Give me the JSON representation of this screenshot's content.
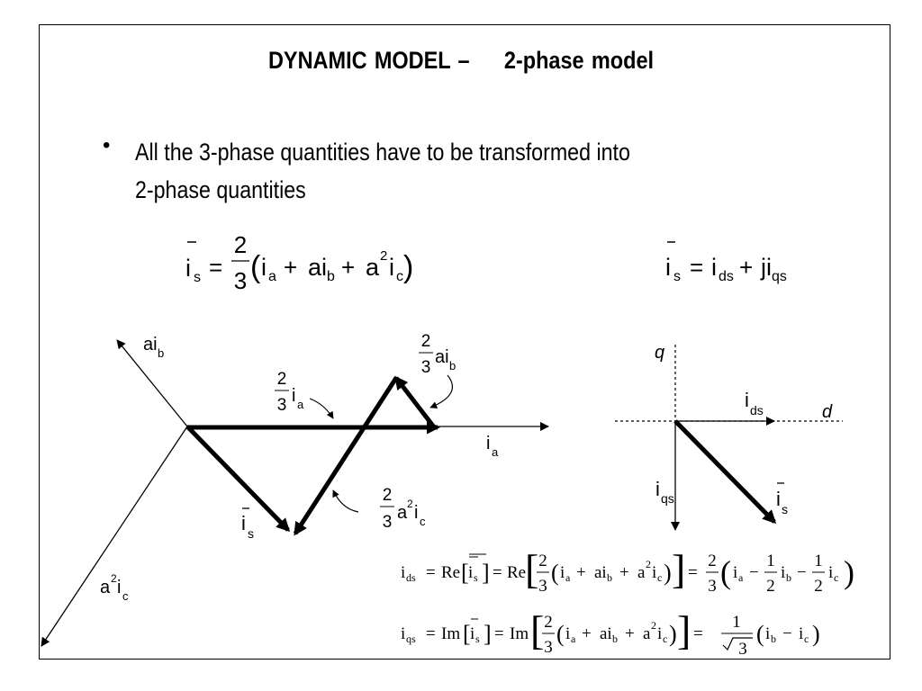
{
  "slide": {
    "title_left": "DYNAMIC MODEL –",
    "title_right": "2-phase model",
    "bullet_symbol": "•",
    "bullet_line1": "All the 3-phase quantities have to be transformed into",
    "bullet_line2": "2-phase quantities"
  },
  "diagram_left": {
    "axis_a_label": "i",
    "axis_a_sub": "a",
    "axis_b_label": "ai",
    "axis_b_sub": "b",
    "axis_c_label": "a",
    "axis_c_sup": "2",
    "axis_c_i": "i",
    "axis_c_sub": "c",
    "frac_num": "2",
    "frac_den": "3",
    "comp_a_i": "i",
    "comp_a_sub": "a",
    "comp_b_ai": "ai",
    "comp_b_sub": "b",
    "comp_c_a": "a",
    "comp_c_sup": "2",
    "comp_c_i": "i",
    "comp_c_sub": "c",
    "result_label": "i",
    "result_sub": "s"
  },
  "diagram_right": {
    "q_label": "q",
    "d_label": "d",
    "ids_label": "i",
    "ids_sub": "ds",
    "iqs_label": "i",
    "iqs_sub": "qs",
    "is_label": "i",
    "is_sub": "s"
  },
  "equations": {
    "eq1": {
      "lhs": "i",
      "lhs_sub": "s",
      "equals": "=",
      "frac_num": "2",
      "frac_den": "3",
      "open": "(",
      "t1": "i",
      "t1_sub": "a",
      "plus": "+",
      "t2": "ai",
      "t2_sub": "b",
      "t3a": "a",
      "t3_sup": "2",
      "t3i": "i",
      "t3_sub": "c",
      "close": ")"
    },
    "eq2": {
      "lhs": "i",
      "lhs_sub": "s",
      "equals": "=",
      "t1": "i",
      "t1_sub": "ds",
      "plus": "+",
      "t2": "ji",
      "t2_sub": "qs"
    },
    "eq_ids": {
      "lhs": "i",
      "lhs_sub": "ds",
      "equals": "=",
      "re": "Re",
      "lb": "[",
      "rb": "]",
      "is": "i",
      "is_sub": "s",
      "two": "2",
      "three": "3",
      "one": "1",
      "open": "(",
      "close": ")",
      "i": "i",
      "a_sub": "a",
      "b_sub": "b",
      "c_sub": "c",
      "plus": "+",
      "minus": "−",
      "ai": "ai",
      "a": "a",
      "sq": "2"
    },
    "eq_iqs": {
      "lhs": "i",
      "lhs_sub": "qs",
      "equals": "=",
      "im": "Im",
      "lb": "[",
      "rb": "]",
      "is": "i",
      "is_sub": "s",
      "two": "2",
      "three": "3",
      "one": "1",
      "sqrt3": "3",
      "open": "(",
      "close": ")",
      "i": "i",
      "a_sub": "a",
      "b_sub": "b",
      "c_sub": "c",
      "plus": "+",
      "minus": "−",
      "ai": "ai",
      "a": "a",
      "sq": "2"
    }
  }
}
